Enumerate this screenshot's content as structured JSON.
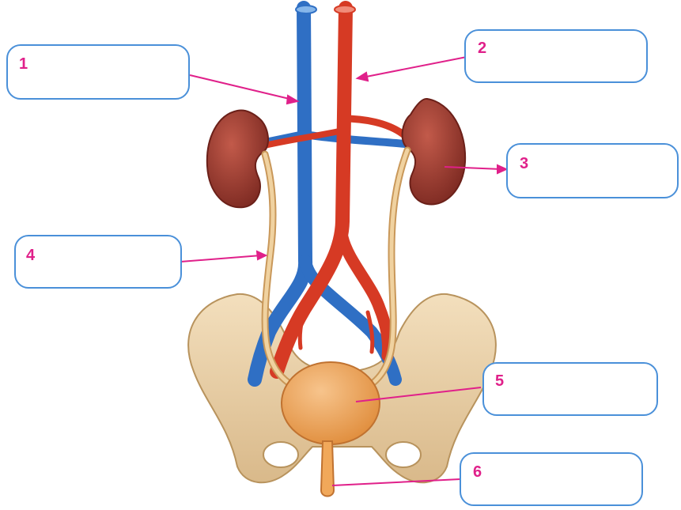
{
  "labels": [
    {
      "number": "1"
    },
    {
      "number": "2"
    },
    {
      "number": "3"
    },
    {
      "number": "4"
    },
    {
      "number": "5"
    },
    {
      "number": "6"
    }
  ],
  "colors": {
    "label_box_border": "#4a90d9",
    "label_number": "#e0208a",
    "leader_line": "#e0208a",
    "vein": "#2f6fc4",
    "artery": "#d63a24",
    "kidney": "#a53a2e",
    "ureter": "#e9c38a",
    "pelvis": "#ecd2a8",
    "bladder": "#f1a85a"
  }
}
